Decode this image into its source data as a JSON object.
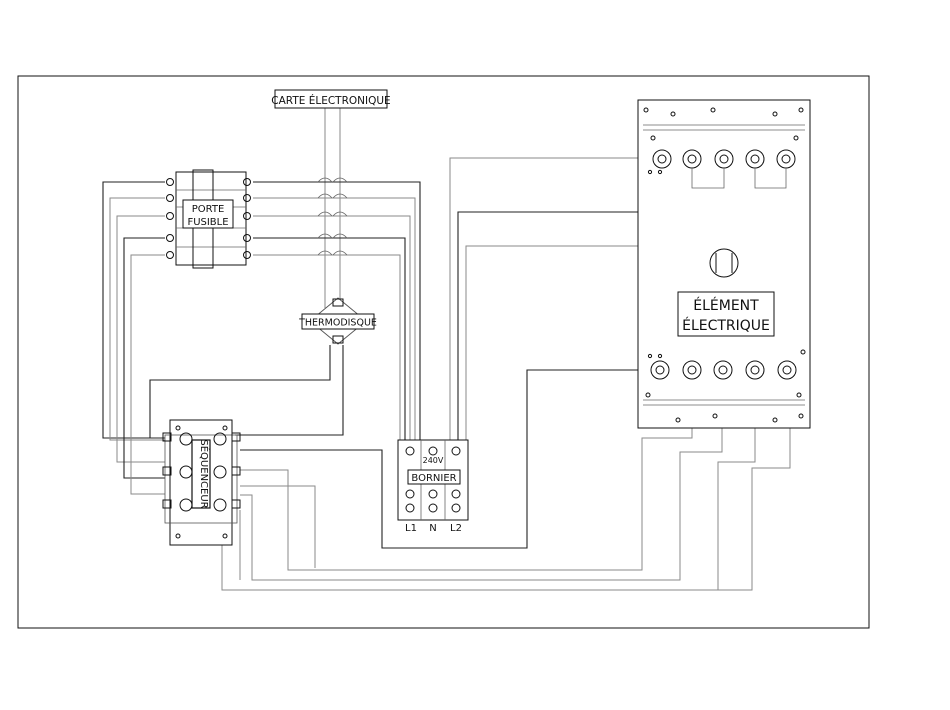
{
  "diagram": {
    "labels": {
      "carte": "CARTE ÉLECTRONIQUE",
      "porte_line1": "PORTE",
      "porte_line2": "FUSIBLE",
      "thermo": "THERMODISQUE",
      "sequenceur": "SÉQUENCEUR",
      "bornier": "BORNIER",
      "volt": "240V",
      "term_l1": "L1",
      "term_n": "N",
      "term_l2": "L2",
      "element_line1": "ÉLÉMENT",
      "element_line2": "ÉLECTRIQUE"
    },
    "colors": {
      "line": "#111111",
      "wire_light": "#8a8a8a",
      "background": "#ffffff"
    }
  }
}
